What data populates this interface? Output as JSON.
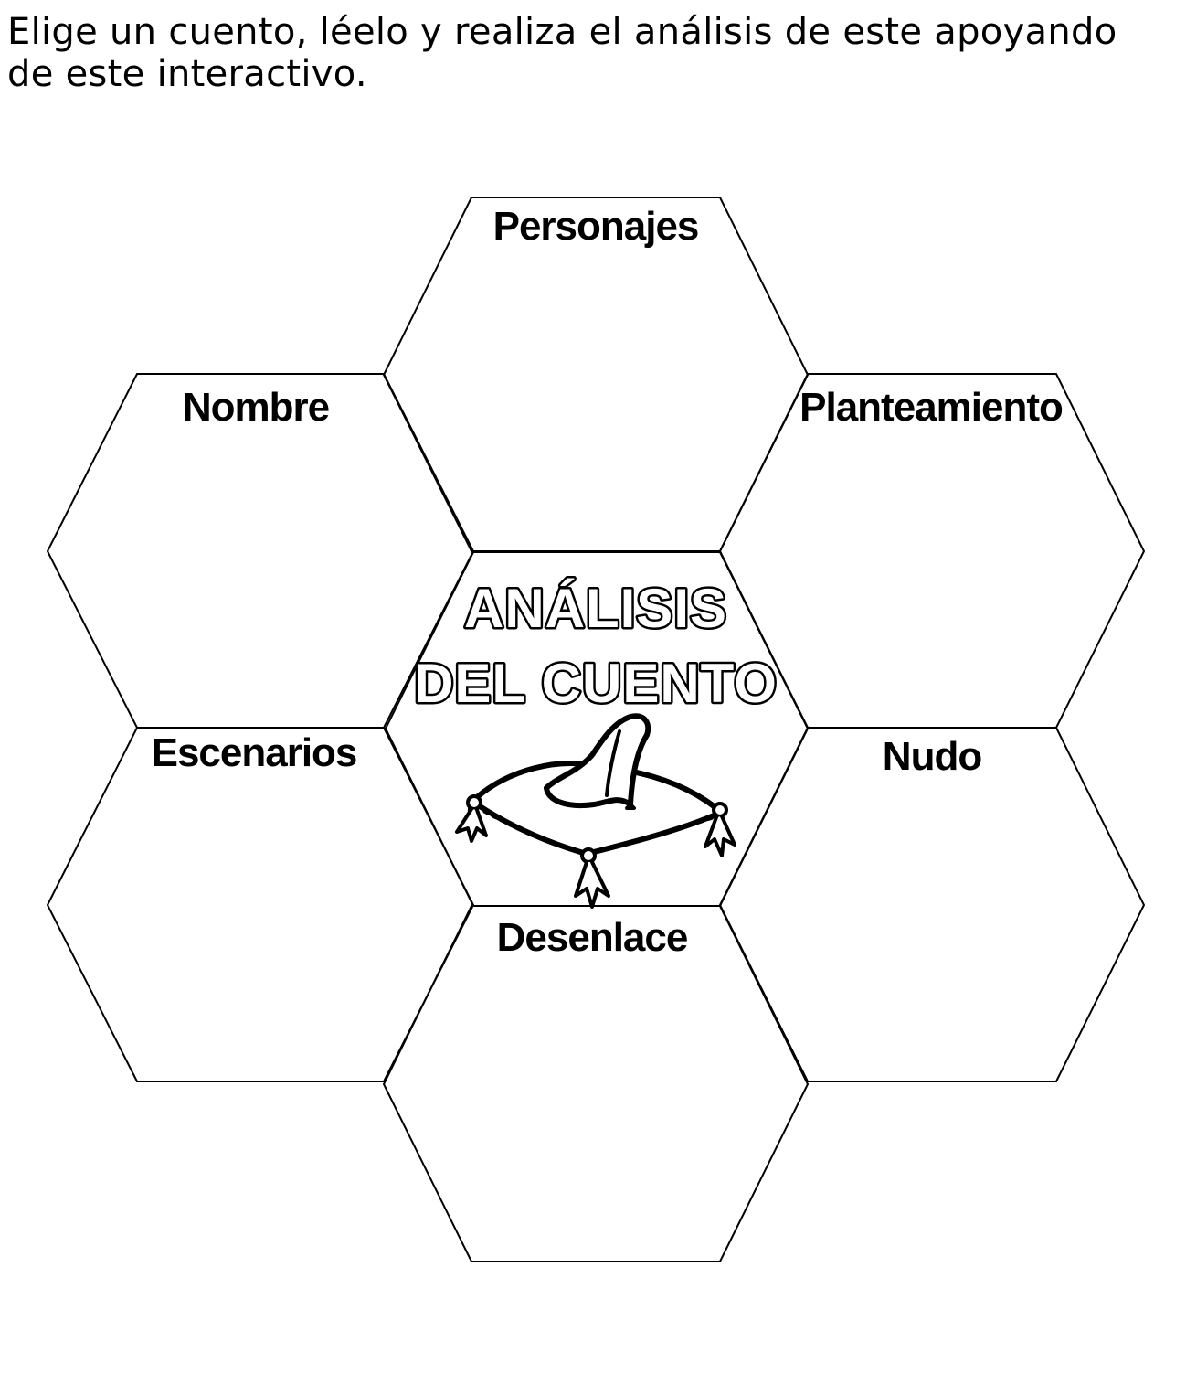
{
  "instructions": "Elige un cuento, léelo y realiza el análisis de este apoyando de este interactivo.",
  "center": {
    "title_line1": "ANÁLISIS",
    "title_line2": "DEL CUENTO",
    "illustration": "glass-slipper-on-cushion"
  },
  "cells": {
    "personajes": "Personajes",
    "nombre": "Nombre",
    "planteamiento": "Planteamiento",
    "escenarios": "Escenarios",
    "nudo": "Nudo",
    "desenlace": "Desenlace"
  }
}
